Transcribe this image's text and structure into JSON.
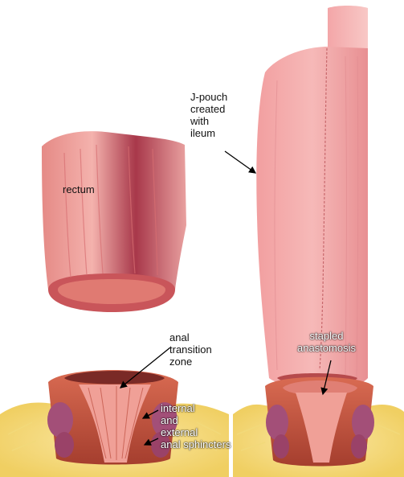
{
  "labels": {
    "rectum": "rectum",
    "j_pouch": [
      "J-pouch",
      "created",
      "with",
      "ileum"
    ],
    "anal_transition_zone": [
      "anal",
      "transition",
      "zone"
    ],
    "sphincters": [
      "internal",
      "and",
      "external",
      "anal sphincters"
    ],
    "stapled_anastomosis": [
      "stapled",
      "anastomosis"
    ]
  },
  "colors": {
    "tissue_pink": "#f2a4a6",
    "tissue_dark": "#c85a5a",
    "sphincter_red": "#b84a3a",
    "fat_yellow": "#f2d97a"
  },
  "icons": [
    "arrow-pointer"
  ]
}
